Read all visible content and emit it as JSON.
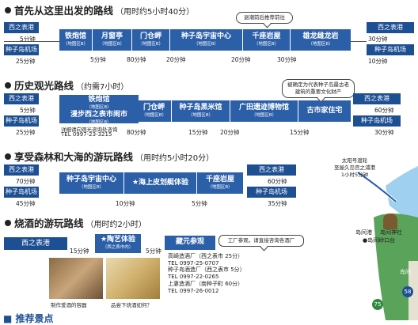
{
  "routes": [
    {
      "title": "首先从这里出发的路线",
      "duration": "（用时约5小时40分）",
      "ports": [
        {
          "label": "西之表港",
          "mins": "5分钟"
        },
        {
          "label": "种子岛机场",
          "mins": "25分钟"
        }
      ],
      "stops": [
        {
          "name": "铁炮馆",
          "tag": "（地图区B）"
        },
        {
          "name": "月窗亭",
          "tag": "（地图区B）"
        },
        {
          "name": "门仓岬",
          "tag": "（地图区B）"
        },
        {
          "name": "种子岛宇宙中心",
          "tag": "（地图区B）"
        },
        {
          "name": "千座岩屋",
          "tag": "（地图区B）"
        },
        {
          "name": "雄龙雌龙岩",
          "tag": "（地图区B）"
        }
      ],
      "between": [
        "5分钟",
        "80分钟",
        "20分钟",
        "20分钟",
        "30分钟"
      ],
      "end": [
        {
          "mins": "30分钟",
          "port": "西之表港"
        },
        {
          "mins": "10分钟",
          "port": "种子岛机场"
        }
      ],
      "note": "退潮前后推荐前往"
    },
    {
      "title": "历史观光路线",
      "duration": "（约需7小时）",
      "ports": [
        {
          "label": "西之表港",
          "mins": "5分钟"
        },
        {
          "label": "种子岛机场",
          "mins": "25分钟"
        }
      ],
      "stops": [
        {
          "name": "铁炮馆",
          "tag": "（地图区B）",
          "name2": "漫步西之表市闹市",
          "tag2": "（地图区B）"
        },
        {
          "name": "门仓岬",
          "tag": "（地图区B）"
        },
        {
          "name": "种子岛黑米馆",
          "tag": "（地图区B）"
        },
        {
          "name": "广田遗迹博物馆",
          "tag": "（地图区B）"
        },
        {
          "name": "古市家住宅",
          "tag": ""
        }
      ],
      "between": [
        "80分钟",
        "15分钟",
        "20分钟",
        "15分钟"
      ],
      "end": [
        {
          "mins": "60分钟",
          "port": "西之表港"
        },
        {
          "mins": "30分钟",
          "port": "种子岛机场"
        }
      ],
      "note": "被确定为代表种子岛最古老建筑的重要文化财产",
      "info": "详细请向观光咨询处咨询",
      "tel": "TEL 0997-23-3215"
    },
    {
      "title": "享受森林和大海的游玩路线",
      "duration": "（用时约5小时20分）",
      "ports": [
        {
          "label": "西之表港",
          "mins": "70分钟"
        },
        {
          "label": "种子岛机场",
          "mins": "45分钟"
        }
      ],
      "stops": [
        {
          "name": "种子岛宇宙中心",
          "tag": "（地图区B）"
        },
        {
          "name": "★海上皮划艇体验",
          "tag": ""
        },
        {
          "name": "千座岩屋",
          "tag": "（地图区B）"
        }
      ],
      "between": [
        "10分钟",
        "5分钟"
      ],
      "end": [
        {
          "mins": "60分钟",
          "port": "西之表港"
        },
        {
          "mins": "35分钟",
          "port": "种子岛机场"
        }
      ]
    },
    {
      "title": "烧酒的游玩路线",
      "duration": "（用时约2小时）",
      "port": "西之表港",
      "port_mins": "15分钟",
      "stop1": {
        "name": "★陶艺体验",
        "tag": "（西之表市内）"
      },
      "mid_mins": "5分钟",
      "stop2": {
        "name": "藏元参观"
      },
      "note": "工厂参观，请直接咨询各酒厂",
      "contacts": [
        "高崎造酒厂（西之表市 25分）",
        "TEL 0997-25-0707",
        "种子岛酒造厂（西之表市 5分）",
        "TEL 0997-22-0265",
        "上妻造酒厂（南种子町 60分）",
        "TEL 0997-26-0012"
      ],
      "photo_caps": [
        "制作爱酒的容器",
        "品尝下烧酒如何？"
      ]
    }
  ],
  "footer": "■ 推荐景点",
  "map": {
    "ferry": "太阳号渡轮\n至屋久岛宫之浦港\n1小时5分钟",
    "labels": [
      "岛间港",
      "岛间神社",
      "岛间",
      "●岛间峠口台"
    ],
    "roads": [
      "58",
      "75"
    ]
  },
  "colors": {
    "route": "#2b5fa8",
    "port": "#1d4f93",
    "sea": "#9fd0ef"
  }
}
